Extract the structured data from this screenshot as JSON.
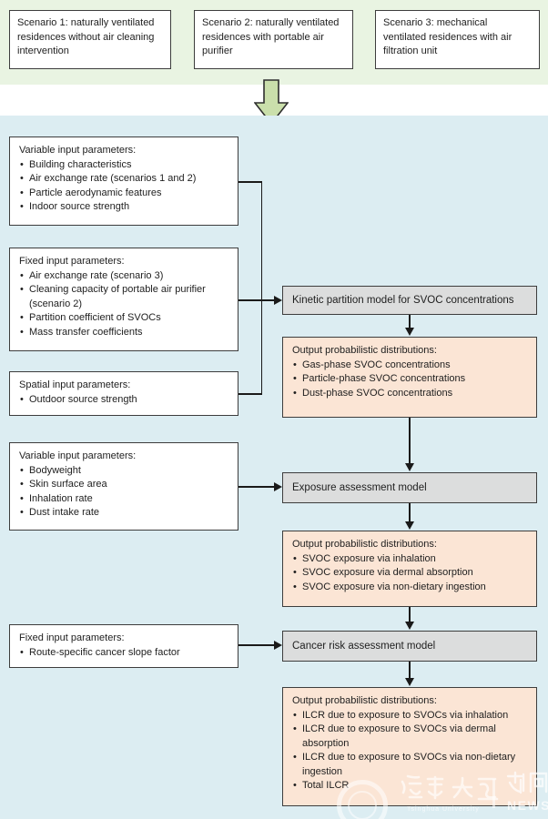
{
  "scenarios": [
    {
      "label": "Scenario 1: naturally ventilated residences without air cleaning intervention"
    },
    {
      "label": "Scenario 2: naturally ventilated residences with portable air purifier"
    },
    {
      "label": "Scenario 3: mechanical ventilated residences with air filtration unit"
    }
  ],
  "flow": {
    "inputs": [
      {
        "title": "Variable input parameters:",
        "items": [
          "Building characteristics",
          "Air exchange rate (scenarios 1 and 2)",
          "Particle aerodynamic features",
          "Indoor source strength"
        ]
      },
      {
        "title": "Fixed input parameters:",
        "items": [
          "Air exchange rate (scenario 3)",
          "Cleaning capacity of portable air purifier (scenario 2)",
          "Partition coefficient of SVOCs",
          "Mass transfer coefficients"
        ]
      },
      {
        "title": "Spatial input parameters:",
        "items": [
          "Outdoor source strength"
        ]
      },
      {
        "title": "Variable input parameters:",
        "items": [
          "Bodyweight",
          "Skin surface area",
          "Inhalation rate",
          "Dust intake rate"
        ]
      },
      {
        "title": "Fixed input parameters:",
        "items": [
          "Route-specific cancer slope factor"
        ]
      }
    ],
    "models": [
      "Kinetic partition model for SVOC concentrations",
      "Exposure assessment model",
      "Cancer risk assessment model"
    ],
    "outputs": [
      {
        "title": "Output probabilistic distributions:",
        "items": [
          "Gas-phase SVOC concentrations",
          "Particle-phase SVOC concentrations",
          "Dust-phase SVOC concentrations"
        ]
      },
      {
        "title": "Output probabilistic distributions:",
        "items": [
          "SVOC exposure via inhalation",
          "SVOC exposure via dermal absorption",
          "SVOC exposure via non-dietary ingestion"
        ]
      },
      {
        "title": "Output probabilistic distributions:",
        "items": [
          "ILCR due to exposure to SVOCs via inhalation",
          "ILCR due to exposure to SVOCs via dermal absorption",
          "ILCR due to exposure to SVOCs via non-dietary ingestion",
          "Total ILCR"
        ]
      }
    ]
  },
  "watermark": {
    "university_zh": "清華大學",
    "university_en": "Tsinghua University",
    "news_zh": "新闻",
    "news_en": "NEWS"
  },
  "colors": {
    "band_green": "#e9f4e2",
    "flow_blue": "#dcedf2",
    "box_white": "#ffffff",
    "model_gray": "#dcdddd",
    "output_peach": "#fbe5d5",
    "arrow_green": "#cadfab",
    "line": "#1a1a1a"
  }
}
